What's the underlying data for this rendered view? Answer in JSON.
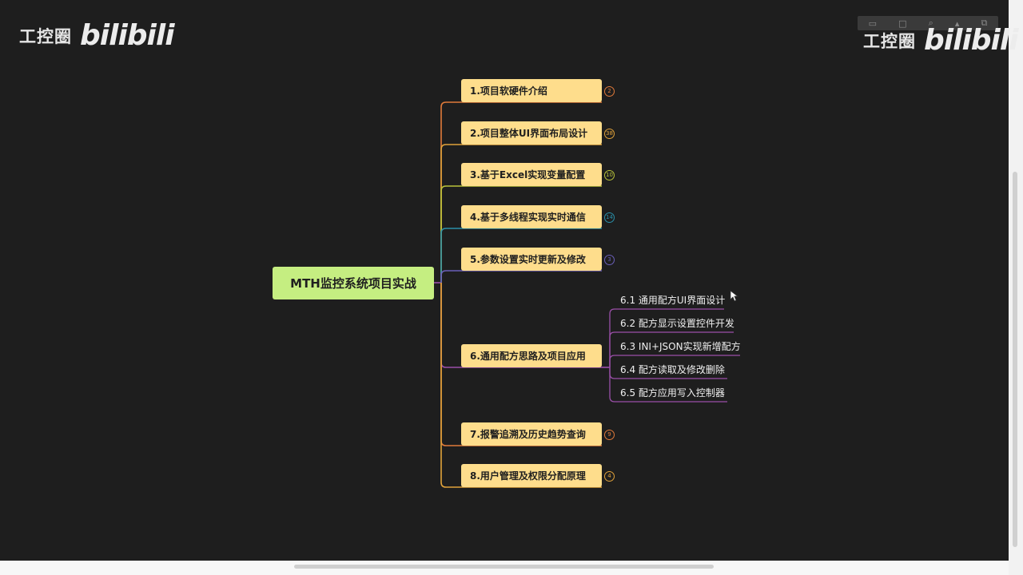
{
  "watermark": {
    "text": "工控圈",
    "logo": "bilibili"
  },
  "mindmap": {
    "root": "MTH监控系统项目实战",
    "branches": [
      {
        "label": "1.项目软硬件介绍",
        "count": "2",
        "color": "#e07a3a"
      },
      {
        "label": "2.项目整体UI界面布局设计",
        "count": "38",
        "color": "#e0a23a"
      },
      {
        "label": "3.基于Excel实现变量配置",
        "count": "10",
        "color": "#b8c23a"
      },
      {
        "label": "4.基于多线程实现实时通信",
        "count": "14",
        "color": "#2a8fa8"
      },
      {
        "label": "5.参数设置实时更新及修改",
        "count": "3",
        "color": "#6a5fb8"
      },
      {
        "label": "6.通用配方思路及项目应用",
        "count": "",
        "color": "#9a4fa8",
        "children": [
          "6.1 通用配方UI界面设计",
          "6.2 配方显示设置控件开发",
          "6.3 INI+JSON实现新增配方",
          "6.4 配方读取及修改删除",
          "6.5 配方应用写入控制器"
        ]
      },
      {
        "label": "7.报警追溯及历史趋势查询",
        "count": "9",
        "color": "#e07a3a"
      },
      {
        "label": "8.用户管理及权限分配原理",
        "count": "4",
        "color": "#e0a23a"
      }
    ]
  },
  "colors": {
    "background": "#1e1e1e",
    "root_fill": "#c5ee81",
    "node_fill": "#fedd8c"
  },
  "icons": [
    "mouse-cursor-icon"
  ]
}
